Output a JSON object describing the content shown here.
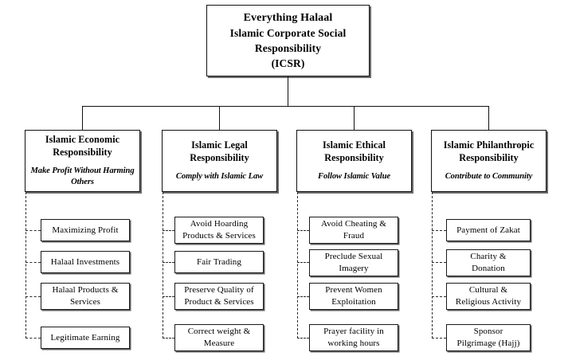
{
  "diagram": {
    "type": "hierarchy-tree",
    "orientation": "top-down",
    "root": {
      "line1": "Everything Halaal",
      "line2": "Islamic Corporate Social",
      "line3": "Responsibility",
      "line4": "(ICSR)"
    },
    "branches": [
      {
        "title_line1": "Islamic Economic",
        "title_line2": "Responsibility",
        "subtitle_line1": "Make Profit Without Harming",
        "subtitle_line2": "Others",
        "leaves": [
          {
            "line1": "Maximizing  Profit",
            "line2": ""
          },
          {
            "line1": "Halaal Investments",
            "line2": ""
          },
          {
            "line1": "Halaal Products &",
            "line2": "Services"
          },
          {
            "line1": "Legitimate  Earning",
            "line2": ""
          }
        ]
      },
      {
        "title_line1": "Islamic Legal",
        "title_line2": "Responsibility",
        "subtitle_line1": "Comply  with Islamic  Law",
        "subtitle_line2": "",
        "leaves": [
          {
            "line1": "Avoid  Hoarding",
            "line2": "Products & Services"
          },
          {
            "line1": "Fair Trading",
            "line2": ""
          },
          {
            "line1": "Preserve Quality  of",
            "line2": "Product & Services"
          },
          {
            "line1": "Correct weight  &",
            "line2": "Measure"
          }
        ]
      },
      {
        "title_line1": "Islamic Ethical",
        "title_line2": "Responsibility",
        "subtitle_line1": "Follow  Islamic  Value",
        "subtitle_line2": "",
        "leaves": [
          {
            "line1": "Avoid  Cheating  &",
            "line2": "Fraud"
          },
          {
            "line1": "Preclude  Sexual",
            "line2": "Imagery"
          },
          {
            "line1": "Prevent  Women",
            "line2": "Exploitation"
          },
          {
            "line1": "Prayer facility  in",
            "line2": "working  hours"
          }
        ]
      },
      {
        "title_line1": "Islamic Philanthropic",
        "title_line2": "Responsibility",
        "subtitle_line1": "Contribute  to  Community",
        "subtitle_line2": "",
        "leaves": [
          {
            "line1": "Payment  of Zakat",
            "line2": ""
          },
          {
            "line1": "Charity  &",
            "line2": "Donation"
          },
          {
            "line1": "Cultural  &",
            "line2": "Religious  Activity"
          },
          {
            "line1": "Sponsor",
            "line2": "Pilgrimage  (Hajj)"
          }
        ]
      }
    ],
    "colors": {
      "background": "#ffffff",
      "box_border": "#111111",
      "box_shadow": "#6b6b6b",
      "connector_solid": "#111111",
      "connector_dashed": "#2a2a2a",
      "text": "#000000"
    }
  }
}
